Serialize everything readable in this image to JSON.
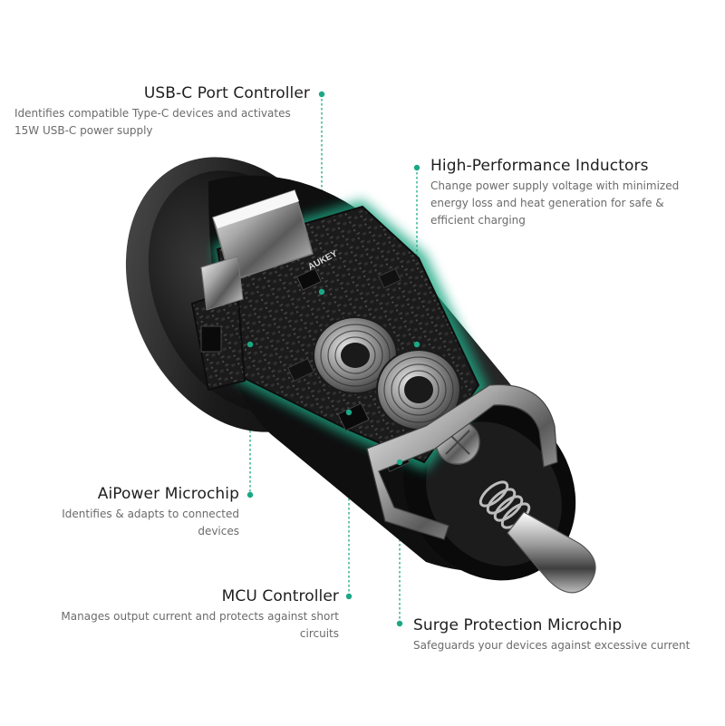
{
  "accent_color": "#1aa884",
  "brand": {
    "logo_text": "AUKEY"
  },
  "callouts": {
    "usbc": {
      "title": "USB-C Port Controller",
      "desc": "Identifies compatible Type-C devices and activates 15W USB-C power supply"
    },
    "inductors": {
      "title": "High-Performance Inductors",
      "desc": "Change power supply voltage with minimized energy loss and heat generation for safe & efficient charging"
    },
    "aipower": {
      "title": "AiPower Microchip",
      "desc": "Identifies & adapts to connected devices"
    },
    "mcu": {
      "title": "MCU Controller",
      "desc": "Manages output current and protects against short circuits"
    },
    "surge": {
      "title": "Surge Protection Microchip",
      "desc": "Safeguards your devices against excessive current"
    }
  }
}
